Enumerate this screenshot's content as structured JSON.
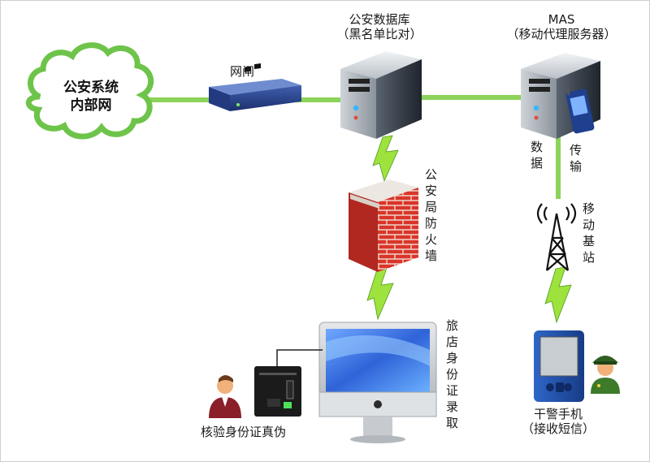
{
  "colors": {
    "link": "#8bd35a",
    "lightning": "#9ee23e",
    "cloud_fill": "#ffffff",
    "cloud_stroke": "#6ec44a",
    "firewall_brick": "#d9352a",
    "server_body": "#3d4550"
  },
  "nodes": {
    "internal_network": {
      "line1": "公安系统",
      "line2": "内部网",
      "icon": "cloud-icon"
    },
    "gateway": {
      "label": "网闸",
      "icon": "network-gateway-icon"
    },
    "police_db": {
      "line1": "公安数据库",
      "line2": "（黑名单比对）",
      "icon": "server-icon"
    },
    "mas": {
      "line1": "MAS",
      "line2": "（移动代理服务器）",
      "icon": "server-with-phone-icon"
    },
    "firewall": {
      "label": "公安局防火墙",
      "icon": "brick-firewall-icon"
    },
    "base_station": {
      "label": "移动基站",
      "icon": "radio-tower-icon"
    },
    "hotel_pc": {
      "label": "旅店身份证录取",
      "icon": "desktop-monitor-icon"
    },
    "id_verifier": {
      "label": "核验身份证真伪",
      "icon": "id-card-reader-icon"
    },
    "police_phone": {
      "line1": "干警手机",
      "line2": "（接收短信）",
      "icon": "pda-phone-icon"
    }
  },
  "edges": {
    "data_label_a": "数据",
    "data_label_b": "传输"
  }
}
